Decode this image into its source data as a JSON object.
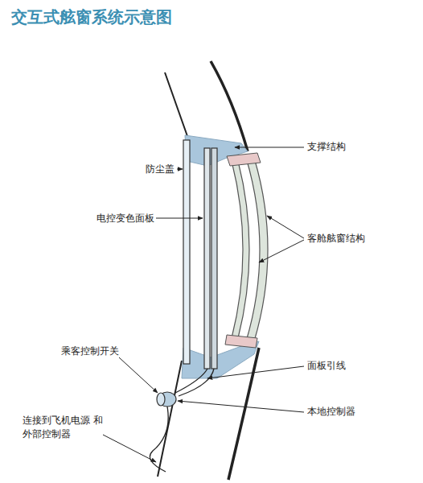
{
  "diagram": {
    "title": "交互式舷窗系统示意图",
    "labels": [
      "支撑结构",
      "防尘盖",
      "电控变色面板",
      "客舱舷窗结构",
      "乘客控制开关",
      "面板引线",
      "本地控制器",
      "连接到飞机电源 和外部控制器"
    ]
  }
}
